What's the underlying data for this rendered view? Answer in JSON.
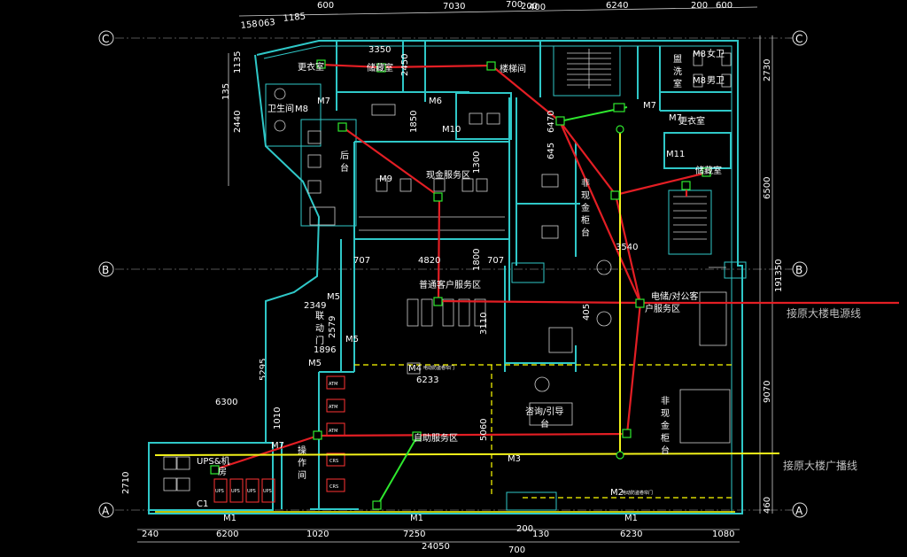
{
  "dims_top": [
    "158",
    "063",
    "1185",
    "600",
    "7030",
    "700",
    "200",
    "400",
    "6240",
    "200",
    "600"
  ],
  "dims_bottom": [
    "240",
    "6200",
    "1020",
    "7250",
    "200",
    "130",
    "6230",
    "1080"
  ],
  "dims_bottom_total": "24050",
  "dims_bottom_700": "700",
  "dims_left": [
    "1135",
    "135",
    "2440",
    "5295",
    "1010",
    "2710"
  ],
  "dims_left_top": "1135",
  "dims_right": [
    "2730",
    "6500",
    "1350",
    "9070",
    "460"
  ],
  "dims_right_19": "19",
  "dims_inner": {
    "d3350": "3350",
    "d2450": "2450",
    "d1850": "1850",
    "d6470": "6470",
    "d645": "645",
    "d1300": "1300",
    "d707a": "707",
    "d4820": "4820",
    "d707b": "707",
    "d1800": "1800",
    "d3540": "3540",
    "d2349": "2349",
    "d2579": "2579",
    "d1896": "1896",
    "d3110": "3110",
    "d405": "405",
    "d6233": "6233",
    "d6300": "6300",
    "d5060": "5060"
  },
  "grid_labels": {
    "C": "C",
    "B": "B",
    "A": "A"
  },
  "rooms": {
    "locker_left": "更衣室",
    "storage": "储藏室",
    "stairs": "楼梯间",
    "toilet_left": "卫生间",
    "wash": "盥\n洗\n室",
    "female": "女卫",
    "male": "男卫",
    "locker_right": "更衣室",
    "storage2": "储藏室",
    "back_desk": "后\n台",
    "cash_service": "现金服务区",
    "non_cash_top": "非\n现\n金\n柜\n台",
    "general_service": "普通客户服务区",
    "ebank": "电储/对公客\n户服务区",
    "linkage_door": "联\n动\n门",
    "self_service": "自助服务区",
    "consult": "咨询/引导\n台",
    "non_cash_bottom": "非\n现\n金\n柜\n台",
    "ups_room": "UPS&机\n房",
    "op_room": "操\n作\n间"
  },
  "door_tags": {
    "m8a": "M8",
    "m7a": "M7",
    "m6": "M6",
    "m10": "M10",
    "m9": "M9",
    "m7b": "M7",
    "m8b": "M8",
    "m8c": "M8",
    "m7c": "M7",
    "m11": "M11",
    "m5a": "M5",
    "m5b": "M5",
    "m5c": "M5",
    "m4": "M4",
    "m3": "M3",
    "m2": "M2",
    "m1a": "M1",
    "m1b": "M1",
    "m1c": "M1",
    "m7d": "M7",
    "c1": "C1"
  },
  "shutter_m4": "电动防盗卷帘门",
  "shutter_m2": "电动防盗卷帘门",
  "atm": [
    "ATM",
    "ATM",
    "ATM"
  ],
  "crs": [
    "CRS",
    "CRS"
  ],
  "ups": [
    "UPS",
    "UPS",
    "UPS",
    "UPS"
  ],
  "annotations": {
    "power_line": "接原大楼电源线",
    "broadcast_line": "接原大楼广播线"
  },
  "colors": {
    "background": "#000000",
    "wall": "#2fc8c8",
    "power_wiring": "#e31e24",
    "broadcast_wiring": "#f2f21a",
    "signal_wiring": "#2ee82e",
    "dimension": "#ffffff"
  }
}
